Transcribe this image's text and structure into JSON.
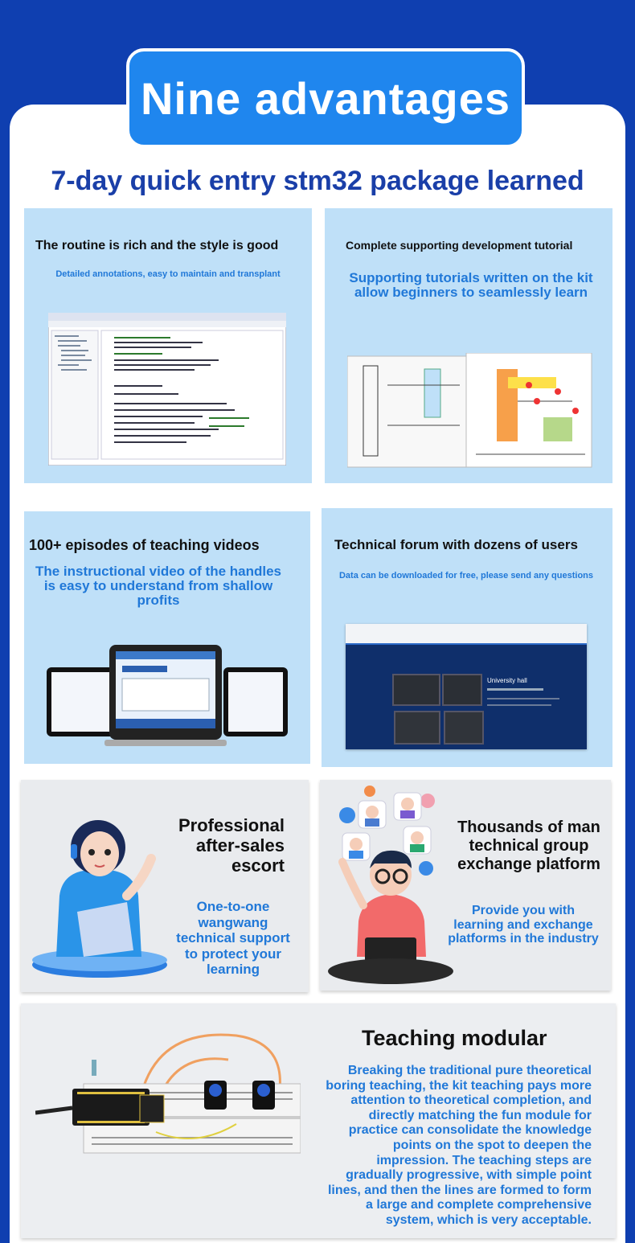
{
  "header": {
    "banner_title": "Nine advantages",
    "subtitle": "7-day quick entry stm32 package learned"
  },
  "cards": {
    "routine": {
      "title": "The routine is rich and the style is good",
      "desc": "Detailed annotations, easy to maintain and transplant"
    },
    "tutorial": {
      "title": "Complete supporting development tutorial",
      "desc": "Supporting tutorials written on the kit allow beginners to seamlessly learn"
    },
    "videos": {
      "title": "100+ episodes of teaching videos",
      "desc": "The instructional video of the handles is easy to understand from shallow profits"
    },
    "forum": {
      "title": "Technical forum with dozens of users",
      "desc": "Data can be downloaded for free, please send any questions",
      "screen_text": "University hall"
    },
    "aftersales": {
      "title_lines": [
        "Professional",
        "after-sales",
        "escort"
      ],
      "desc_lines": [
        "One-to-one",
        "wangwang",
        "technical support",
        "to protect your",
        "learning"
      ]
    },
    "platform": {
      "title_lines": [
        "Thousands of man",
        "technical group",
        "exchange platform"
      ],
      "desc_lines": [
        "Provide you with",
        "learning and exchange",
        "platforms in the industry"
      ]
    },
    "modular": {
      "title": "Teaching modular",
      "desc_lines": [
        "Breaking the traditional pure theoretical",
        "boring teaching, the kit teaching pays more",
        "attention to theoretical completion, and",
        "directly matching the fun module for",
        "practice can consolidate the knowledge",
        "points on the spot to deepen the",
        "impression. The teaching steps are",
        "gradually progressive, with simple point",
        "lines, and then the lines are formed to form",
        "a large and complete comprehensive",
        "system, which is very acceptable."
      ]
    }
  },
  "colors": {
    "background": "#0f3fb0",
    "banner": "#1f86ee",
    "card_blue": "#bfe0f8",
    "card_gray": "#e9ebee",
    "accent_text": "#2078d8",
    "subtitle_text": "#1a3fa8"
  },
  "icons": [
    "ide-screenshot",
    "tutorial-book",
    "laptop-tablet-devices",
    "forum-website",
    "customer-service-woman",
    "community-man",
    "breadboard-kit"
  ]
}
